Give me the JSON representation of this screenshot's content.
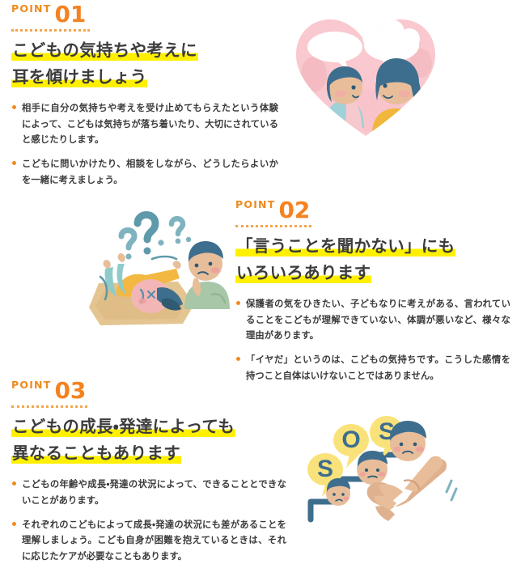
{
  "page": {
    "background_color": "#FFFFFF",
    "accent_orange": "#F58220",
    "highlight_yellow": "#FFF000",
    "text_color": "#3C3C3C"
  },
  "sections": [
    {
      "eyebrow_word": "POINT",
      "eyebrow_number": "01",
      "headline_lines": [
        "こどもの気持ちや考えに",
        "耳を傾けましょう"
      ],
      "bullets": [
        "相手に自分の気持ちや考えを受け止めてもらえたという体験によって、こどもは気持ちが落ち着いたり、大切にされていると感じたりします。",
        "こどもに問いかけたり、相談をしながら、どうしたらよいかを一緒に考えましょう。"
      ],
      "illustration_name": "heart-parent-child-talking"
    },
    {
      "eyebrow_word": "POINT",
      "eyebrow_number": "02",
      "headline_lines": [
        "「言うことを聞かない」にも",
        "いろいろあります"
      ],
      "bullets": [
        "保護者の気をひきたい、子どもなりに考えがある、言われていることをこどもが理解できていない、体調が悪いなど、様々な理由があります。",
        "「イヤだ」というのは、こどもの気持ちです。こうした感情を持つこと自体はいけないことではありません。"
      ],
      "illustration_name": "child-tantrum-puzzled-adult"
    },
    {
      "eyebrow_word": "POINT",
      "eyebrow_number": "03",
      "headline_lines": [
        "こどもの成長・発達によっても",
        "異なることもあります"
      ],
      "bullets": [
        "こどもの年齢や成長・発達の状況によって、できることとできないことがあります。",
        "それぞれのこどもによって成長・発達の状況にも差があることを理解しましょう。こども自身が困難を抱えているときは、それに応じたケアが必要なこともあります。"
      ],
      "illustration_name": "growth-steps-sos-helping-hand"
    }
  ],
  "illustration_details": {
    "heart": {
      "heart_color": "#F9C9CF",
      "bubble_color": "#FFFFFF",
      "hair_color": "#3E6E8E",
      "skin_color": "#E8BD9A"
    },
    "tantrum": {
      "ground_color": "#E2C28C",
      "question_mark_color": "#6FA8B5",
      "child_clothes_color": "#F2B842",
      "adult_clothes_color": "#A8C7A8"
    },
    "growth": {
      "bubble_color": "#FAE27A",
      "sos_letter_color": "#3E6E8E",
      "step_color": "#3E6E8E",
      "hand_color": "#E8BD9A"
    }
  }
}
